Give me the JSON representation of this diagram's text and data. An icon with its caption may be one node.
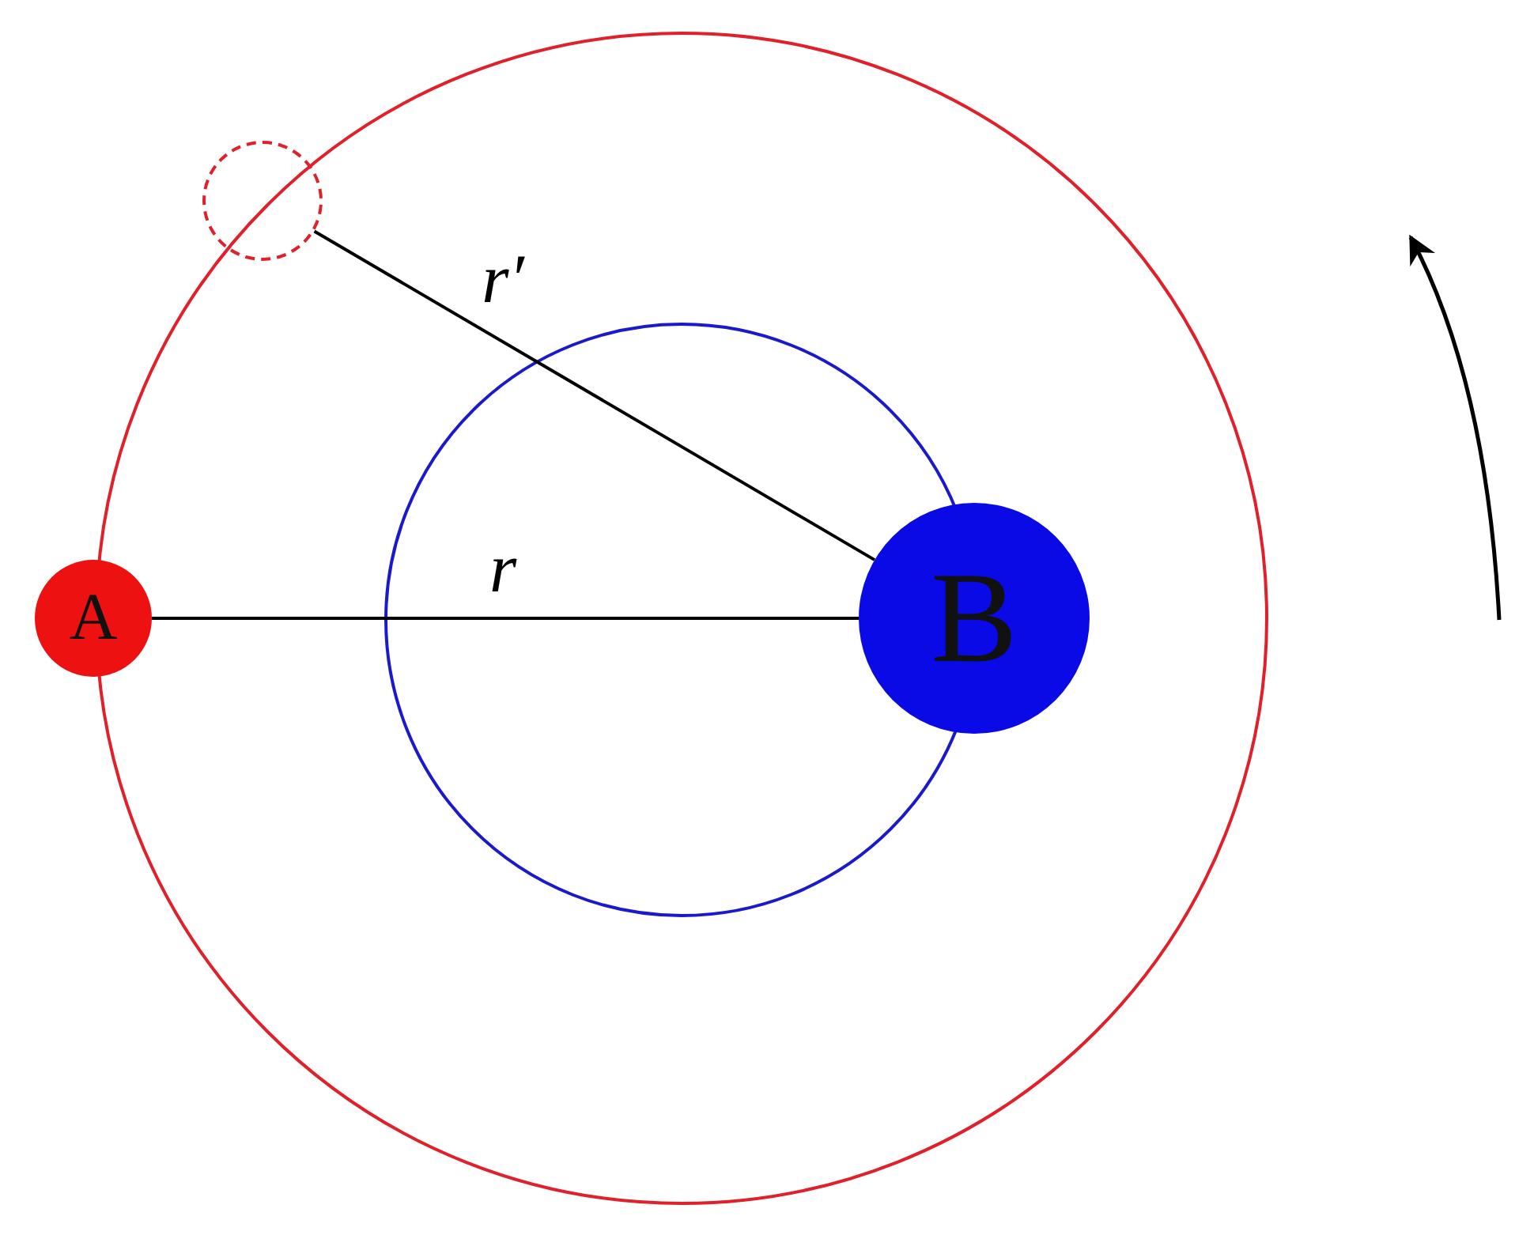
{
  "diagram": {
    "nodes": [
      {
        "text": [
          "A"
        ]
      },
      {
        "text": [
          "B"
        ]
      },
      {
        "text": [],
        "shape": "circle"
      }
    ],
    "edges": [
      {
        "from": 0,
        "to": 1,
        "arrow": "none",
        "label": "r"
      },
      {
        "from": 2,
        "to": 1,
        "arrow": "none",
        "label": "r′"
      }
    ]
  }
}
